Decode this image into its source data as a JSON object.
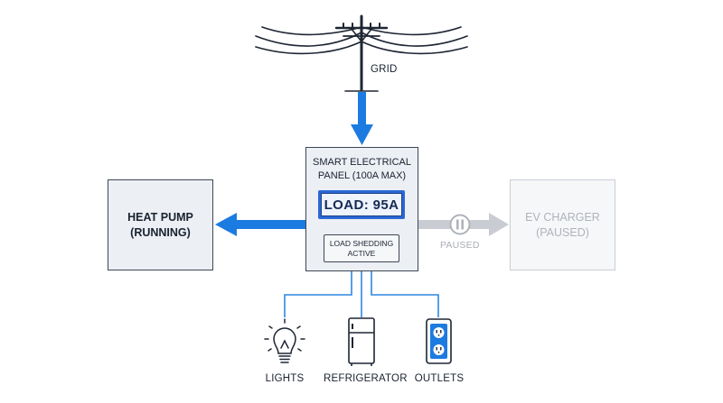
{
  "grid": {
    "label": "GRID"
  },
  "heat_pump": {
    "line1": "HEAT PUMP",
    "line2": "(RUNNING)"
  },
  "panel": {
    "title_line1": "SMART ELECTRICAL",
    "title_line2": "PANEL (100A MAX)",
    "load_readout": "LOAD: 95A",
    "shedding_line1": "LOAD SHEDDING",
    "shedding_line2": "ACTIVE"
  },
  "ev_charger": {
    "line1": "EV CHARGER",
    "line2": "(PAUSED)",
    "pause_label": "PAUSED"
  },
  "loads": {
    "lights": "LIGHTS",
    "refrigerator": "REFRIGERATOR",
    "outlets": "OUTLETS"
  },
  "colors": {
    "flow_blue": "#1c7be0",
    "dark_outline": "#3e4654",
    "paused_gray": "#c4c8ce",
    "display_blue": "#2a68d6"
  },
  "icons": [
    "utility-pole-icon",
    "pause-icon",
    "light-bulb-icon",
    "refrigerator-icon",
    "outlet-icon"
  ]
}
